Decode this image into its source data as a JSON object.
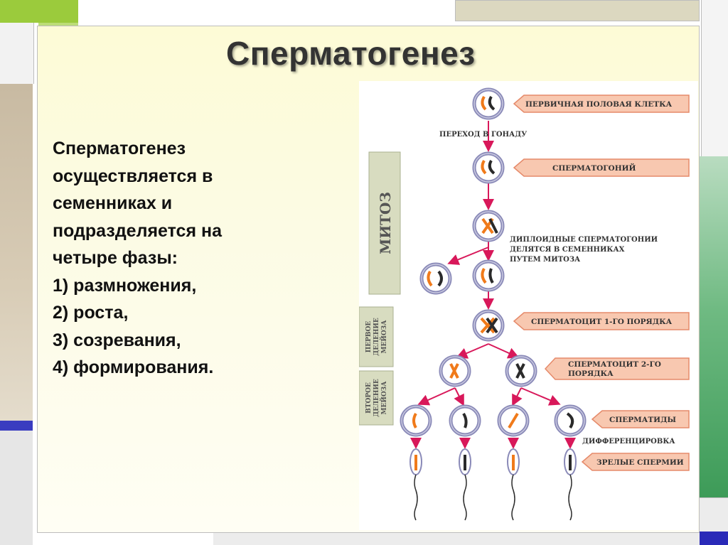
{
  "title": "Сперматогенез",
  "body": {
    "lines": [
      "Сперматогенез",
      "осуществляется в",
      "семенниках и",
      "подразделяется на",
      "четыре фазы:",
      "1) размножения,",
      "2) роста,",
      "3) созревания,",
      "4) формирования."
    ]
  },
  "diagram": {
    "labels": {
      "primary_cell": "ПЕРВИЧНАЯ ПОЛОВАЯ КЛЕТКА",
      "transition": "ПЕРЕХОД В ГОНАДУ",
      "spermatogonium": "СПЕРМАТОГОНИЙ",
      "diploid_line1": "ДИПЛОИДНЫЕ СПЕРМАТОГОНИИ",
      "diploid_line2": "ДЕЛЯТСЯ В СЕМЕННИКАХ",
      "diploid_line3": "ПУТЕМ МИТОЗА",
      "spermatocyte1": "СПЕРМАТОЦИТ 1-ГО ПОРЯДКА",
      "spermatocyte2_line1": "СПЕРМАТОЦИТ 2-ГО",
      "spermatocyte2_line2": "ПОРЯДКА",
      "spermatids": "СПЕРМАТИДЫ",
      "differentiation": "ДИФФЕРЕНЦИРОВКА",
      "mature_sperm": "ЗРЕЛЫЕ СПЕРМИИ"
    },
    "side_labels": {
      "mitosis": "МИТОЗ",
      "first_division_line1": "ПЕРВОЕ",
      "first_division_line2": "ДЕЛЕНИЕ",
      "first_division_line3": "МЕЙОЗА",
      "second_division_line1": "ВТОРОЕ",
      "second_division_line2": "ДЕЛЕНИЕ",
      "second_division_line3": "МЕЙОЗА"
    },
    "colors": {
      "arrow": "#d8185a",
      "cell_ring": "#8a8ab8",
      "label_fill": "#f8c8b0",
      "label_border": "#e58a6a",
      "side_box": "#d8dcc0",
      "chromosome_orange": "#f07a1a",
      "chromosome_dark": "#2a2a2a"
    }
  },
  "decor": {
    "colors": {
      "green": "#9bcb3c",
      "tan": "#c8baa2",
      "khaki": "#dcd8c0",
      "blue": "#3a3cc0",
      "dark_green": "#3d9b58",
      "light_green": "#b9dcc0"
    }
  }
}
